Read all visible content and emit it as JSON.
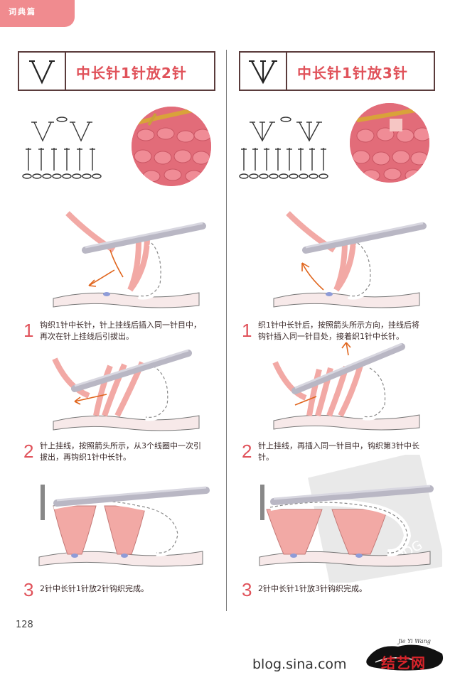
{
  "header": {
    "tab_label": "词典篇"
  },
  "left": {
    "title": "中长针1针放2针",
    "steps": [
      {
        "number": "1",
        "text": "钩织1针中长针，针上挂线后插入同一针目中，\n再次在针上挂线后引拔出。"
      },
      {
        "number": "2",
        "text": "针上挂线，按照箭头所示，从3个线圈中一次引\n拔出，再钩织1针中长针。"
      },
      {
        "number": "3",
        "text": "2针中长针1针放2针钩织完成。"
      }
    ]
  },
  "right": {
    "title": "中长针1针放3针",
    "steps": [
      {
        "number": "1",
        "text": "织1针中长针后，按照箭头所示方向，挂线后将\n钩针插入同一针目处，接着织1针中长针。"
      },
      {
        "number": "2",
        "text": "针上挂线，再插入同一针目中，钩织第3针中长\n针。"
      },
      {
        "number": "3",
        "text": "2针中长针1针放3针钩织完成。"
      }
    ]
  },
  "footer": {
    "page_number": "128",
    "url": "blog.sina.com",
    "brand": "结艺网",
    "brand_signature": "Jie Yi Wang",
    "watermark_text": "PDG"
  },
  "colors": {
    "accent": "#e0525a",
    "tab": "#f08b8f",
    "yarn": "#f2a9a5",
    "hook": "#b9b7c4"
  }
}
